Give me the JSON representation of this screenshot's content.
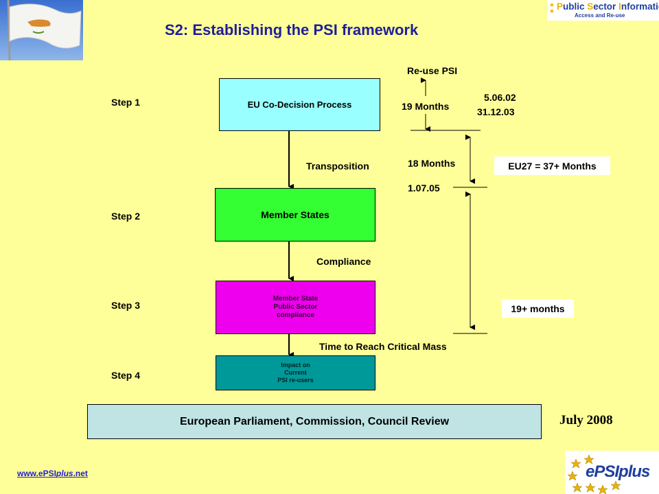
{
  "header": {
    "title": "S2: Establishing the PSI framework",
    "logo_psi": {
      "p": "P",
      "ublic": "ublic ",
      "s": "S",
      "ector": "ector ",
      "i": "I",
      "nformation": "nformation",
      "tagline": "Access and Re-use"
    }
  },
  "diagram": {
    "steps": [
      "Step 1",
      "Step 2",
      "Step 3",
      "Step 4"
    ],
    "boxes": {
      "eu_codecision": "EU Co-Decision Process",
      "member_states": "Member States",
      "compliance_box": "Member State\nPublic Sector\ncompliance",
      "impact": "Impact on\nCurrent\nPSI re-users"
    },
    "connectors": {
      "transposition": "Transposition",
      "compliance": "Compliance",
      "critical_mass": "Time to Reach Critical Mass"
    },
    "timeline": {
      "reuse_psi": "Re-use PSI",
      "months_19": "19 Months",
      "date_start": "5.06.02",
      "date_end": "31.12.03",
      "months_18": "18 Months",
      "date_mid": "1.07.05",
      "eu27": "EU27 = 37+ Months",
      "months_19_plus": "19+ months"
    },
    "review": "European Parliament, Commission, Council Review"
  },
  "footer": {
    "date": "July 2008",
    "site_pre": "www.ePSI",
    "site_italic": "plus",
    "site_post": ".net",
    "logo_epsi": {
      "e": "e",
      "psi": "PSI",
      "plus": "plus"
    }
  },
  "colors": {
    "background": "#FFFF99",
    "title": "#1F1F99",
    "eu_box": "#99FFFF",
    "member_states": "#33FF33",
    "compliance": "#EE00EE",
    "impact": "#009999",
    "review": "#C0E4E4"
  }
}
